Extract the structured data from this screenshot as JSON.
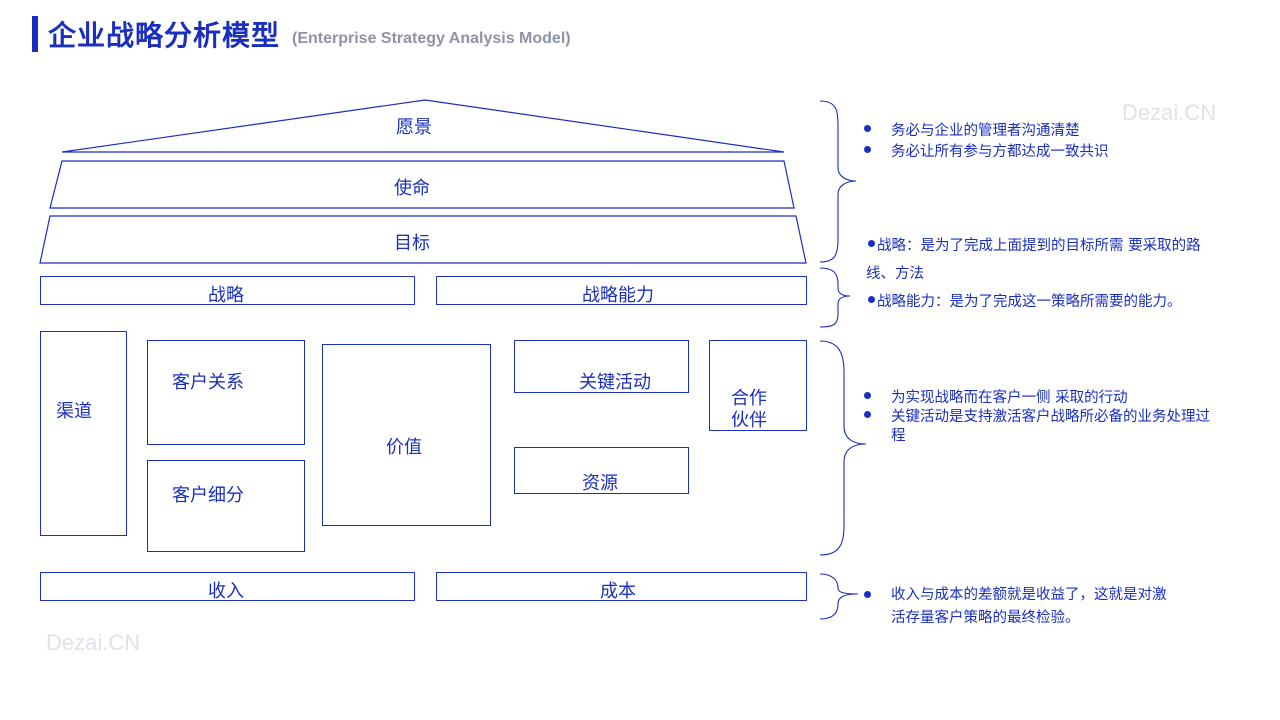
{
  "header": {
    "title": "企业战略分析模型",
    "subtitle": "(Enterprise  Strategy  Analysis  Model)"
  },
  "watermarks": [
    "Dezai.CN",
    "Dezai.CN"
  ],
  "pyramid": {
    "vision": "愿景",
    "mission": "使命",
    "goal": "目标"
  },
  "strategy_row": {
    "strategy": "战略",
    "capability": "战略能力"
  },
  "model": {
    "channel": "渠道",
    "customer_relations": "客户关系",
    "customer_segments": "客户细分",
    "value": "价值",
    "key_activities": "关键活动",
    "resources": "资源",
    "partners_line1": "合作",
    "partners_line2": "伙伴"
  },
  "finance_row": {
    "revenue": "收入",
    "cost": "成本"
  },
  "notes": {
    "vision": [
      "务必与企业的管理者沟通清楚",
      "务必让所有参与方都达成一致共识"
    ],
    "strategy_line1": "战略：是为了完成上面提到的目标所需 要采取的路",
    "strategy_line2": "线、方法",
    "capability": "战略能力：是为了完成这一策略所需要的能力。",
    "model": [
      "为实现战略而在客户一侧 采取的行动",
      "关键活动是支持激活客户战略所必备的业务处理过",
      "程"
    ],
    "finance_line1": "收入与成本的差额就是收益了，这就是对激",
    "finance_line2": "活存量客户策略的最终检验。"
  },
  "colors": {
    "accent": "#1a2fbf",
    "subtitle": "#8e93a6",
    "watermark": "#dfe2ea",
    "line": "#1a2fbf"
  }
}
